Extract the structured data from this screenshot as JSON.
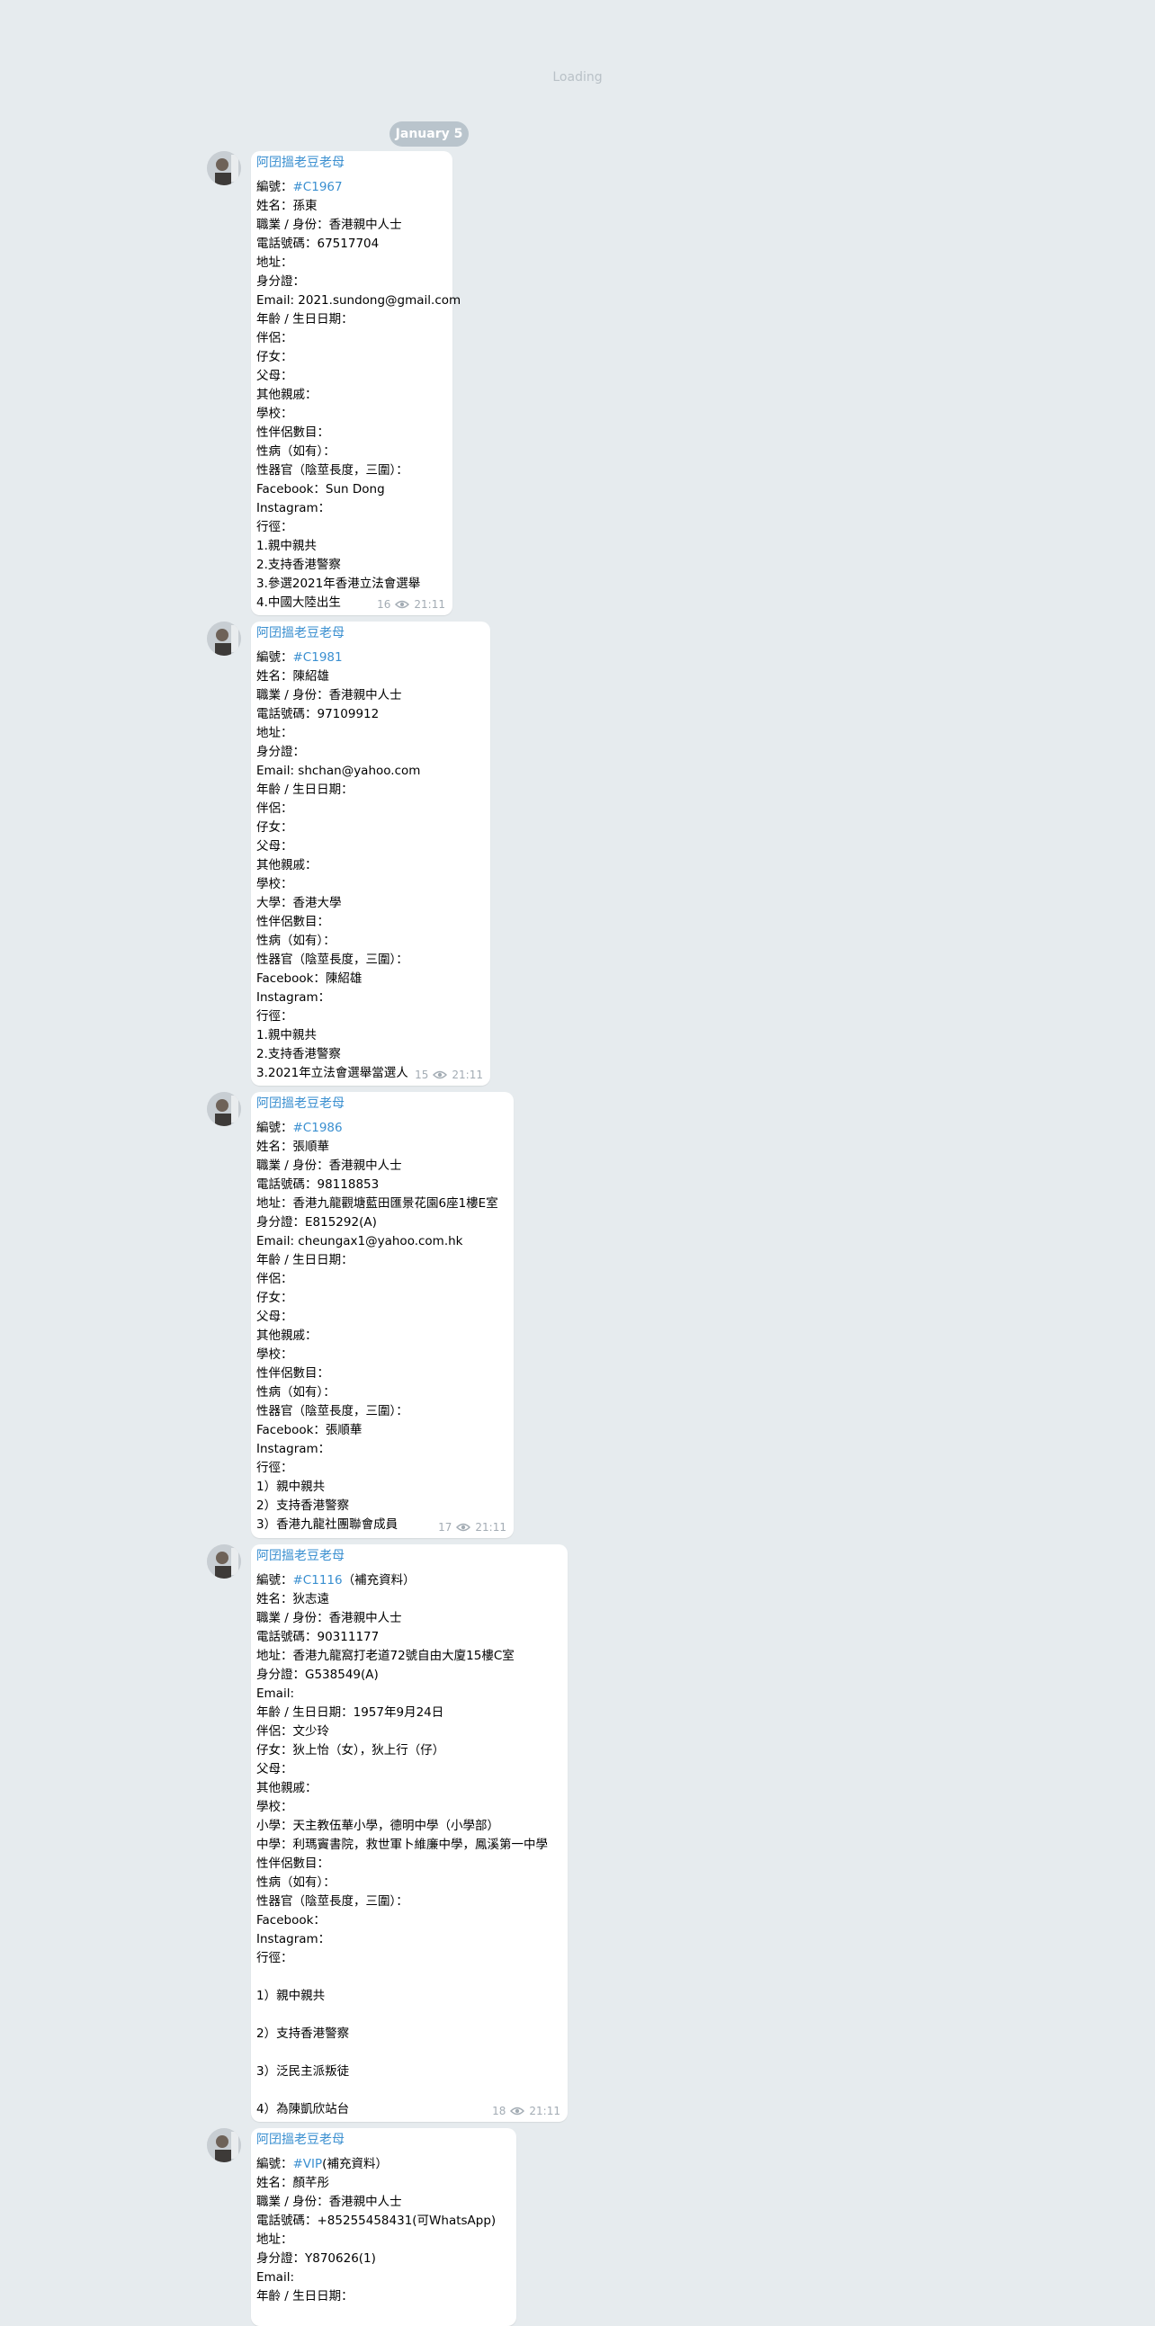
{
  "loading_text": "Loading",
  "date_label": "January 5",
  "channel": {
    "author": "阿囝搵老豆老母"
  },
  "posts": [
    {
      "views": "16",
      "time": "21:11",
      "tag_label": "編號：",
      "tag": "#C1967",
      "tag_suffix": "",
      "lines": [
        "姓名：孫東",
        "職業 / 身份：香港親中人士",
        "電話號碼：67517704",
        "地址：",
        "身分證：",
        "Email: 2021.sundong@gmail.com",
        "年齡 / 生日日期：",
        "伴侶：",
        "仔女：",
        "父母：",
        "其他親戚：",
        "學校：",
        "性伴侶數目：",
        "性病（如有）：",
        "性器官（陰莖長度，三圍）：",
        "Facebook：Sun Dong",
        "Instagram：",
        "行徑：",
        "1.親中親共",
        "2.支持香港警察",
        "3.參選2021年香港立法會選舉",
        "4.中國大陸出生"
      ]
    },
    {
      "views": "15",
      "time": "21:11",
      "tag_label": "編號：",
      "tag": "#C1981",
      "tag_suffix": "",
      "lines": [
        "姓名：陳紹雄",
        "職業 / 身份：香港親中人士",
        "電話號碼：97109912",
        "地址：",
        "身分證：",
        "Email: shchan@yahoo.com",
        "年齡 / 生日日期：",
        "伴侶：",
        "仔女：",
        "父母：",
        "其他親戚：",
        "學校：",
        "大學：香港大學",
        "性伴侶數目：",
        "性病（如有）：",
        "性器官（陰莖長度，三圍）：",
        "Facebook：陳紹雄",
        "Instagram：",
        "行徑：",
        "1.親中親共",
        "2.支持香港警察",
        "3.2021年立法會選舉當選人"
      ]
    },
    {
      "views": "17",
      "time": "21:11",
      "tag_label": "編號：",
      "tag": "#C1986",
      "tag_suffix": "",
      "lines": [
        "姓名：張順華",
        "職業 / 身份：香港親中人士",
        "電話號碼：98118853",
        "地址：香港九龍觀塘藍田匯景花園6座1樓E室",
        "身分證：E815292(A)",
        "Email: cheungax1@yahoo.com.hk",
        "年齡 / 生日日期：",
        "伴侶：",
        "仔女：",
        "父母：",
        "其他親戚：",
        "學校：",
        "性伴侶數目：",
        "性病（如有）：",
        "性器官（陰莖長度，三圍）：",
        "Facebook：張順華",
        "Instagram：",
        "行徑：",
        "1）親中親共",
        "2）支持香港警察",
        "3）香港九龍社團聯會成員"
      ]
    },
    {
      "views": "18",
      "time": "21:11",
      "tag_label": "編號：",
      "tag": "#C1116",
      "tag_suffix": "（補充資料）",
      "lines": [
        "姓名：狄志遠",
        "職業 / 身份：香港親中人士",
        "電話號碼：90311177",
        "地址：香港九龍窩打老道72號自由大廈15樓C室",
        "身分證：G538549(A)",
        "Email:",
        "年齡 / 生日日期：1957年9月24日",
        "伴侶：文少玲",
        "仔女：狄上怡（女），狄上行（仔）",
        "父母：",
        "其他親戚：",
        "學校：",
        "小學：天主教伍華小學，德明中學（小學部）",
        "中學：利瑪竇書院，救世軍卜維廉中學，鳳溪第一中學",
        "性伴侶數目：",
        "性病（如有）：",
        "性器官（陰莖長度，三圍）：",
        "Facebook：",
        "Instagram：",
        "行徑：",
        "",
        "1）親中親共",
        "",
        "2）支持香港警察",
        "",
        "3）泛民主派叛徒",
        "",
        "4）為陳凱欣站台"
      ]
    },
    {
      "views": "",
      "time": "",
      "tag_label": "編號：",
      "tag": "#VIP",
      "tag_suffix": "(補充資料）",
      "lines": [
        "姓名：顏芊彤",
        "職業 / 身份：香港親中人士",
        "電話號碼：+85255458431(可WhatsApp)",
        "地址：",
        "身分證：Y870626(1)",
        "Email:",
        "年齡 / 生日日期："
      ]
    }
  ]
}
